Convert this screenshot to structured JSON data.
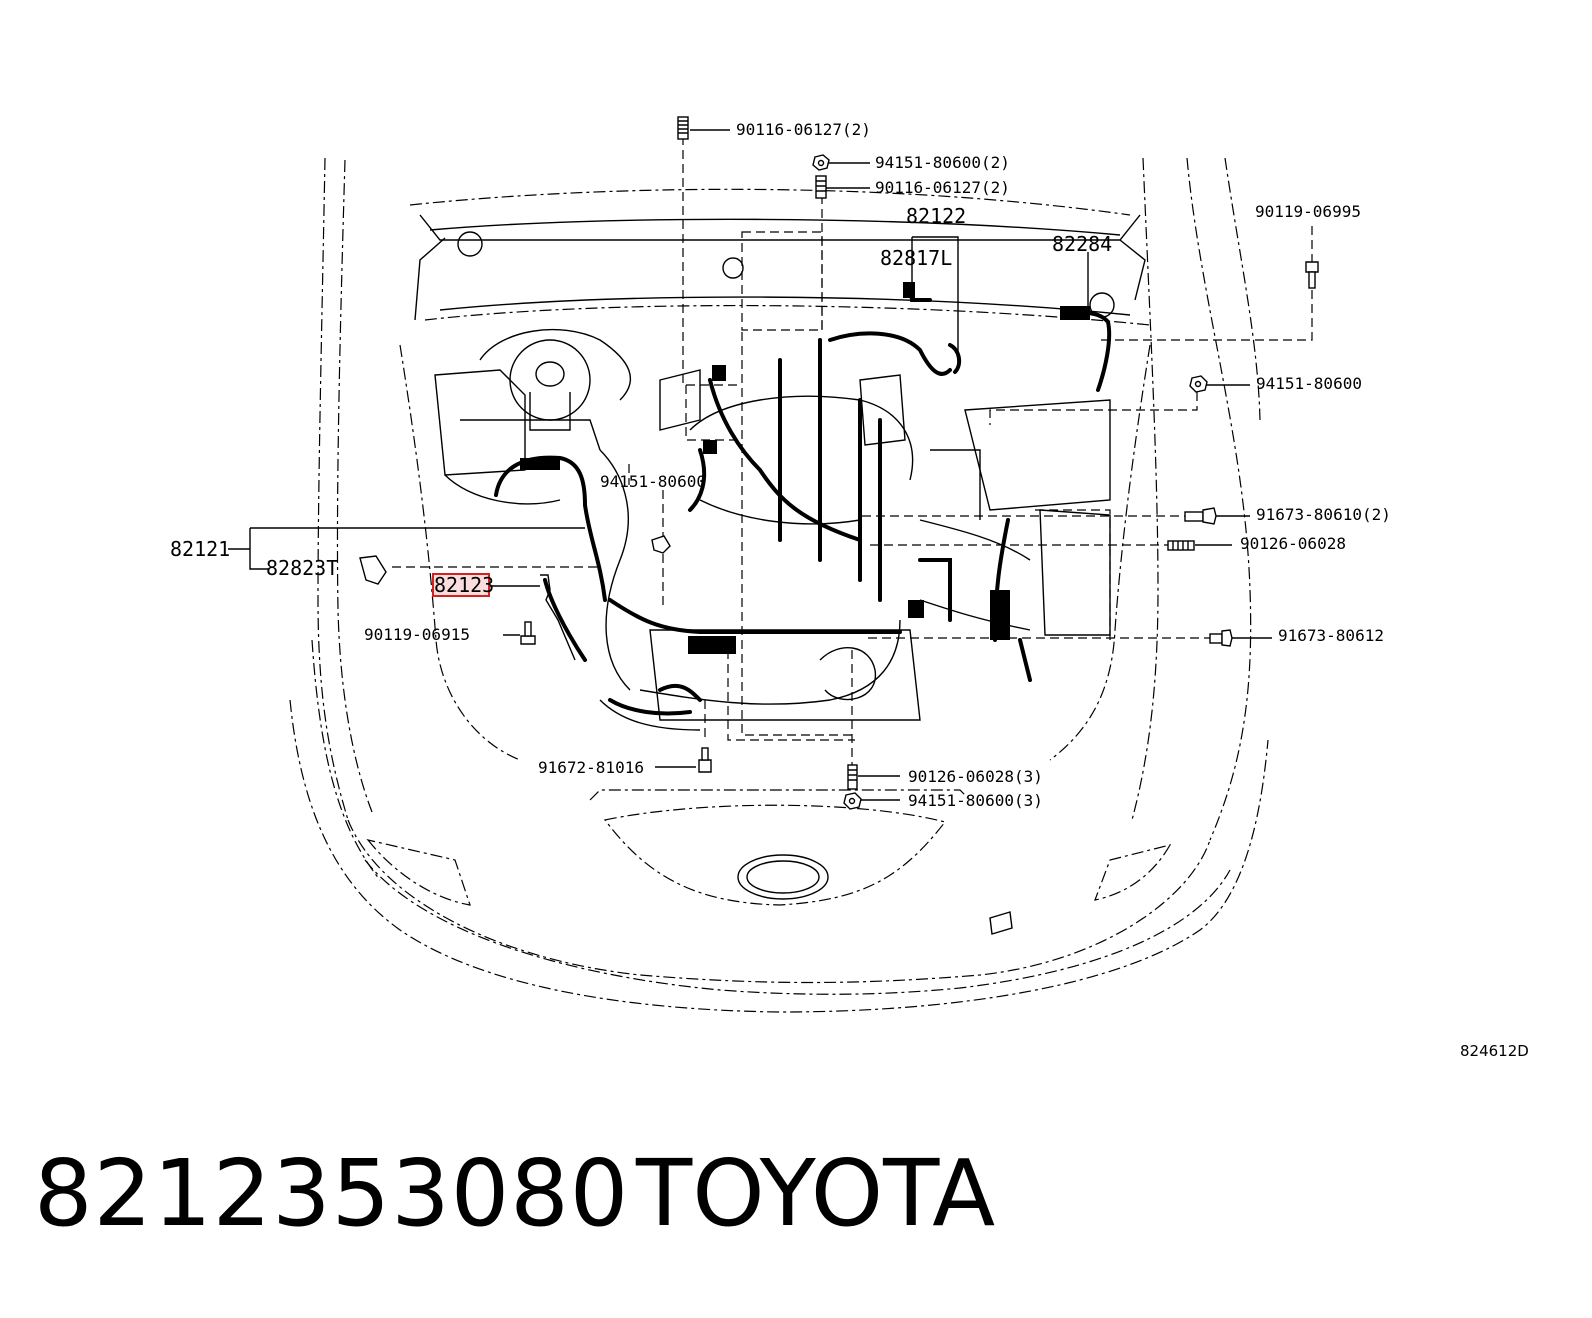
{
  "diagram": {
    "figure_code": "824612D",
    "highlighted_part": "82123",
    "highlight_color": "#d62020",
    "labels": {
      "bolt_top_2": "90116-06127(2)",
      "nut_top_2": "94151-80600(2)",
      "bolt_top2_2": "90116-06127(2)",
      "p82122": "82122",
      "p82817l": "82817L",
      "p82284": "82284",
      "bolt_right_top": "90119-06995",
      "nut_right": "94151-80600",
      "nut_center": "94151-80600",
      "screw_right_2": "91673-80610(2)",
      "stud_right": "90126-06028",
      "p82121": "82121",
      "p82823t": "82823T",
      "p82123": "82123",
      "bolt_left": "90119-06915",
      "screw_right_low": "91673-80612",
      "screw_bottom": "91672-81016",
      "stud_bottom_3": "90126-06028(3)",
      "nut_bottom_3": "94151-80600(3)"
    }
  },
  "footer": {
    "part_number": "8212353080",
    "brand": "TOYOTA"
  }
}
